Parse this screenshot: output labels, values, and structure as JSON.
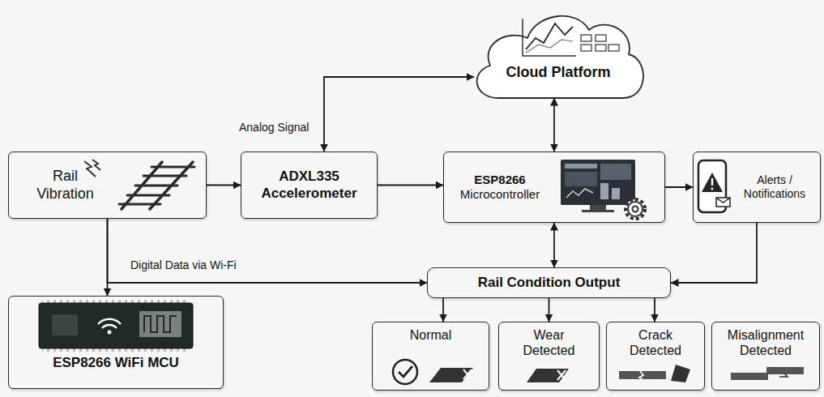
{
  "diagram": {
    "nodes": [
      {
        "text": [
          "Rail Vibration"
        ]
      },
      {
        "text": [
          "ADXL335 Accelerometer"
        ]
      },
      {
        "text": [
          "ESP8266 Microcontroller"
        ]
      },
      {
        "text": [
          "Cloud Platform"
        ]
      },
      {
        "text": [
          "Alerts / Notifications"
        ]
      },
      {
        "text": [
          "ESP8266 WiFi MCU"
        ]
      },
      {
        "text": [
          "Rail Condition Output"
        ]
      },
      {
        "text": [
          "Normal"
        ]
      },
      {
        "text": [
          "Wear Detected"
        ]
      },
      {
        "text": [
          "Crack Detected"
        ]
      },
      {
        "text": [
          "Misalignment Detected"
        ]
      }
    ],
    "edges": [
      {
        "from": 0,
        "to": 1,
        "arrow": "to"
      },
      {
        "from": 1,
        "to": 2,
        "arrow": "to"
      },
      {
        "from": 1,
        "to": 3,
        "label": "Analog Signal",
        "arrow": "both"
      },
      {
        "from": 2,
        "to": 3,
        "arrow": "both"
      },
      {
        "from": 2,
        "to": 4,
        "arrow": "to"
      },
      {
        "from": 2,
        "to": 6,
        "arrow": "both"
      },
      {
        "from": 4,
        "to": 6,
        "arrow": "to"
      },
      {
        "from": 0,
        "to": 5,
        "arrow": "to"
      },
      {
        "from": 0,
        "to": 6,
        "label": "Digital Data via Wi-Fi",
        "arrow": "to"
      },
      {
        "from": 6,
        "to": 7,
        "arrow": "to"
      },
      {
        "from": 6,
        "to": 8,
        "arrow": "to"
      },
      {
        "from": 6,
        "to": 9,
        "arrow": "to"
      }
    ]
  }
}
